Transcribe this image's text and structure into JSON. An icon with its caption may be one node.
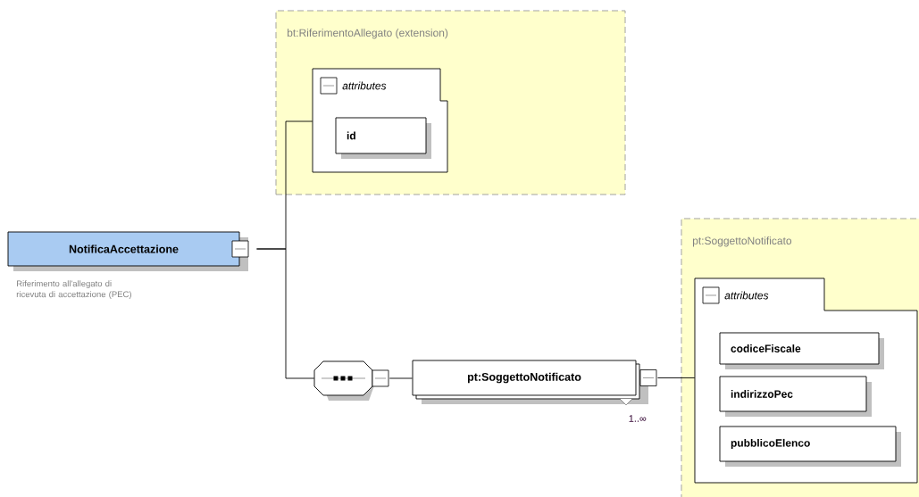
{
  "diagram": {
    "nodes": [
      {
        "text": [
          "bt:RiferimentoAllegato (extension)"
        ]
      },
      {
        "text": [
          "attributes"
        ],
        "in": 0
      },
      {
        "text": [
          "id"
        ],
        "in": 1
      },
      {
        "text": [
          "NotificaAccettazione"
        ],
        "beside": [
          "Riferimento all'allegato di ricevuta di accettazione (PEC)"
        ]
      },
      {
        "text": [],
        "shape": "octagon"
      },
      {
        "text": [
          "pt:SoggettoNotificato"
        ],
        "beside": [
          "1..∞"
        ]
      },
      {
        "text": [
          "pt:SoggettoNotificato"
        ]
      },
      {
        "text": [
          "attributes"
        ],
        "in": 6
      },
      {
        "text": [
          "codiceFiscale"
        ],
        "in": 7
      },
      {
        "text": [
          "indirizzoPec"
        ],
        "in": 7
      },
      {
        "text": [
          "pubblicoElenco"
        ],
        "in": 7
      }
    ],
    "edges": [
      {
        "from": 3,
        "to": 1,
        "arrow": "none"
      },
      {
        "from": 3,
        "to": 4,
        "arrow": "none"
      },
      {
        "from": 4,
        "to": 5,
        "arrow": "none"
      },
      {
        "from": 5,
        "to": 7,
        "arrow": "none"
      }
    ]
  }
}
